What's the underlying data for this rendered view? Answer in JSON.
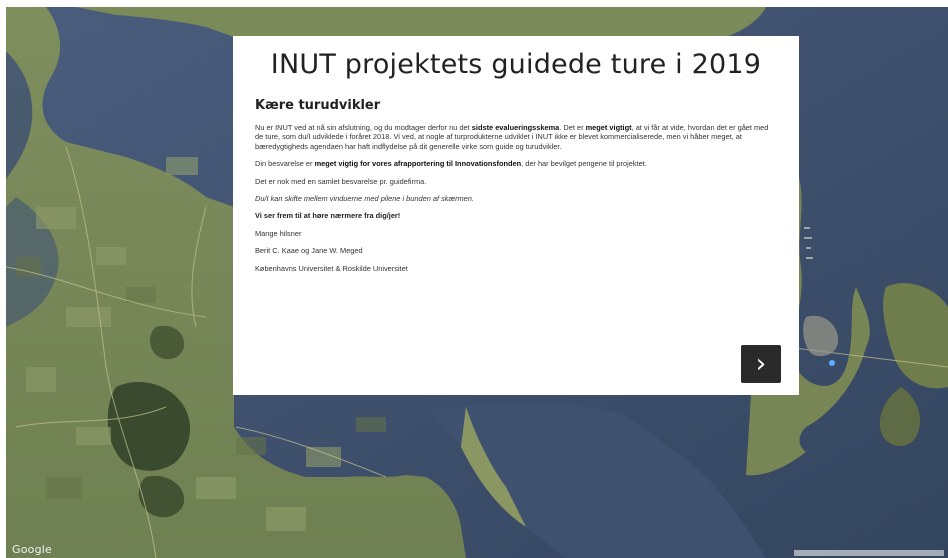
{
  "colors": {
    "land": "#7a8a5c",
    "water": "#3d4f6a",
    "card": "#ffffff",
    "button": "#2a2a2a"
  },
  "map": {
    "attribution": "Google"
  },
  "survey": {
    "title": "INUT projektets guidede ture i 2019",
    "greeting": "Kære turudvikler",
    "intro": {
      "t1": "Nu er INUT ved at nå sin afslutning, og du modtager derfor nu det ",
      "b1": "sidste evalueringsskema",
      "t2": ". Det er ",
      "b2": "meget vigtigt",
      "t3": ", at vi får at vide, hvordan det er gået med de ture, som du/I udviklede i foråret 2018. Vi ved, at nogle af turprodukterne udviklet i INUT ikke er blevet kommercialiserede, men vi håber meget, at bæredygtigheds agendaen har haft indflydelse på dit generelle virke som guide og turudvikler."
    },
    "importance": {
      "t1": "Din besvarelse er ",
      "b1": "meget vigtig for vores afrapportering til Innovationsfonden",
      "t2": ", der har bevilget pengene til projektet."
    },
    "one_answer": "Det er nok med en samlet besvarelse pr. guidefirma.",
    "navigation_hint": "Du/I kan skifte mellem vinduerne med pilene i bunden af skærmen.",
    "looking_forward": "Vi ser frem til at høre nærmere fra dig/jer!",
    "regards": "Mange hilsner",
    "signatories": "Berit C. Kaae og Jane W. Meged",
    "universities": "Københavns Universitet & Roskilde Universitet",
    "next_button": "›"
  }
}
